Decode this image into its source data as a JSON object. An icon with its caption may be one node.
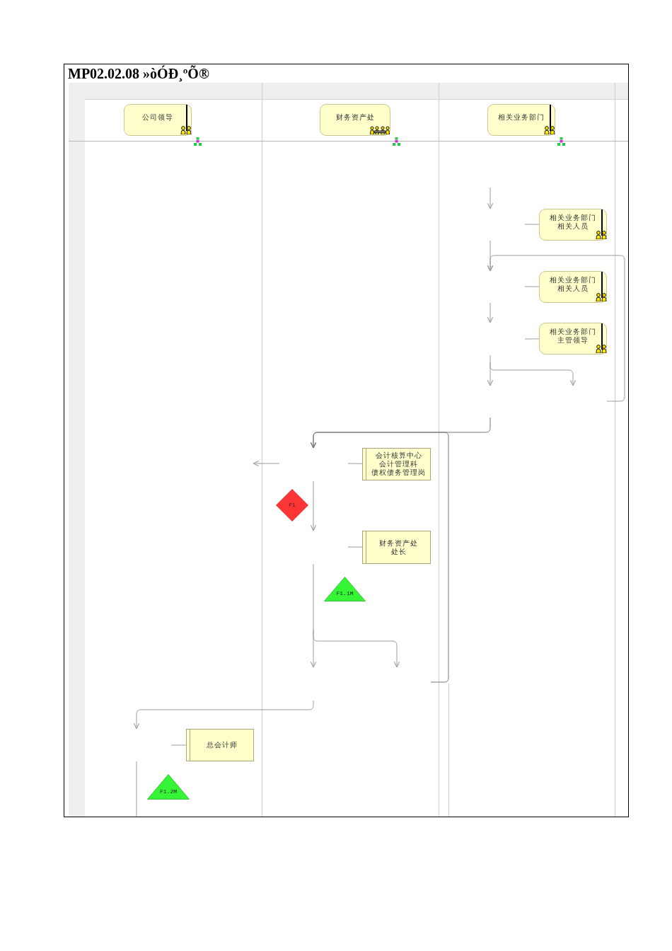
{
  "diagram": {
    "title": "MP02.02.08 »òÓÐ¸ºÕ®",
    "nodes": [
      {
        "text": [
          "公司领导"
        ]
      },
      {
        "text": [
          "财务资产处"
        ]
      },
      {
        "text": [
          "相关业务部门"
        ]
      },
      {
        "text": [
          "相关业务部门相关人员"
        ]
      },
      {
        "text": [
          "相关业务部门相关人员"
        ]
      },
      {
        "text": [
          "相关业务部门主管领导"
        ]
      },
      {
        "text": [
          "会计核算中心会计管理科债权债务管理岗"
        ]
      },
      {
        "text": [
          "F1"
        ]
      },
      {
        "text": [
          "财务资产处处长"
        ]
      },
      {
        "text": [
          "F1.1M"
        ]
      },
      {
        "text": [
          "总会计师"
        ]
      },
      {
        "text": [
          "F1.2M"
        ]
      }
    ],
    "edges": [
      {
        "from": 3,
        "to": null,
        "arrow": "none"
      },
      {
        "from": 4,
        "to": null,
        "arrow": "none"
      },
      {
        "from": 5,
        "to": null,
        "arrow": "none"
      },
      {
        "from": 6,
        "to": null,
        "arrow": "none"
      },
      {
        "from": 8,
        "to": null,
        "arrow": "none"
      },
      {
        "from": 10,
        "to": null,
        "arrow": "none"
      }
    ]
  }
}
